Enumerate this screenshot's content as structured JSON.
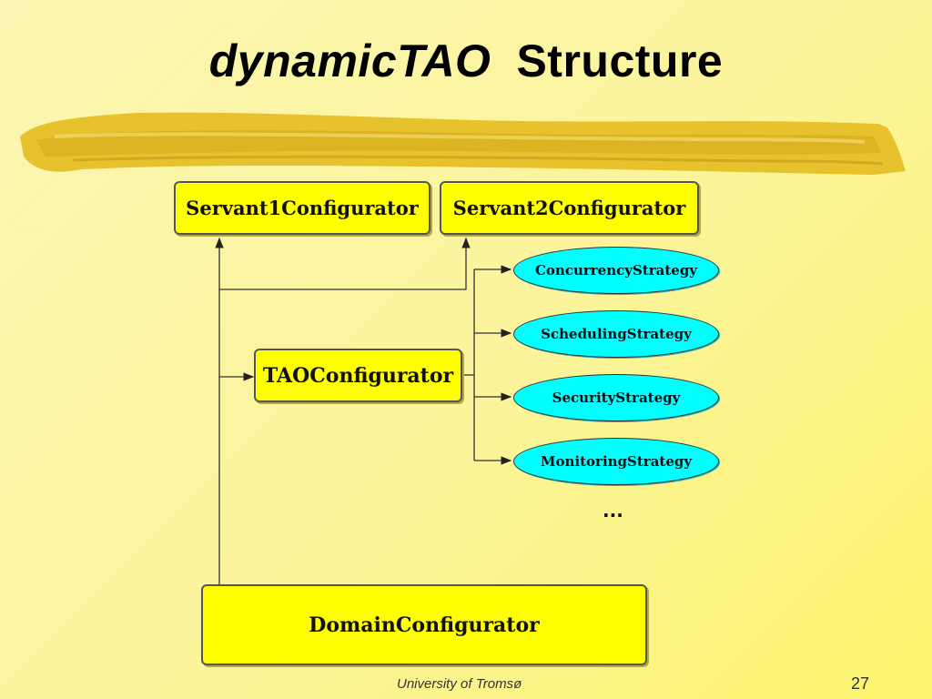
{
  "slide": {
    "title_italic": "dynamicTAO",
    "title_rest": "Structure",
    "footer": "University of Tromsø",
    "page_number": "27"
  },
  "diagram": {
    "configurators": {
      "servant1": "Servant1Configurator",
      "servant2": "Servant2Configurator",
      "tao": "TAOConfigurator",
      "domain": "DomainConfigurator"
    },
    "strategies": [
      "ConcurrencyStrategy",
      "SchedulingStrategy",
      "SecurityStrategy",
      "MonitoringStrategy"
    ],
    "continuation": "..."
  },
  "colors": {
    "configurator_fill": "#ffff00",
    "strategy_fill": "#00ffff",
    "background": "#fbf49a"
  }
}
